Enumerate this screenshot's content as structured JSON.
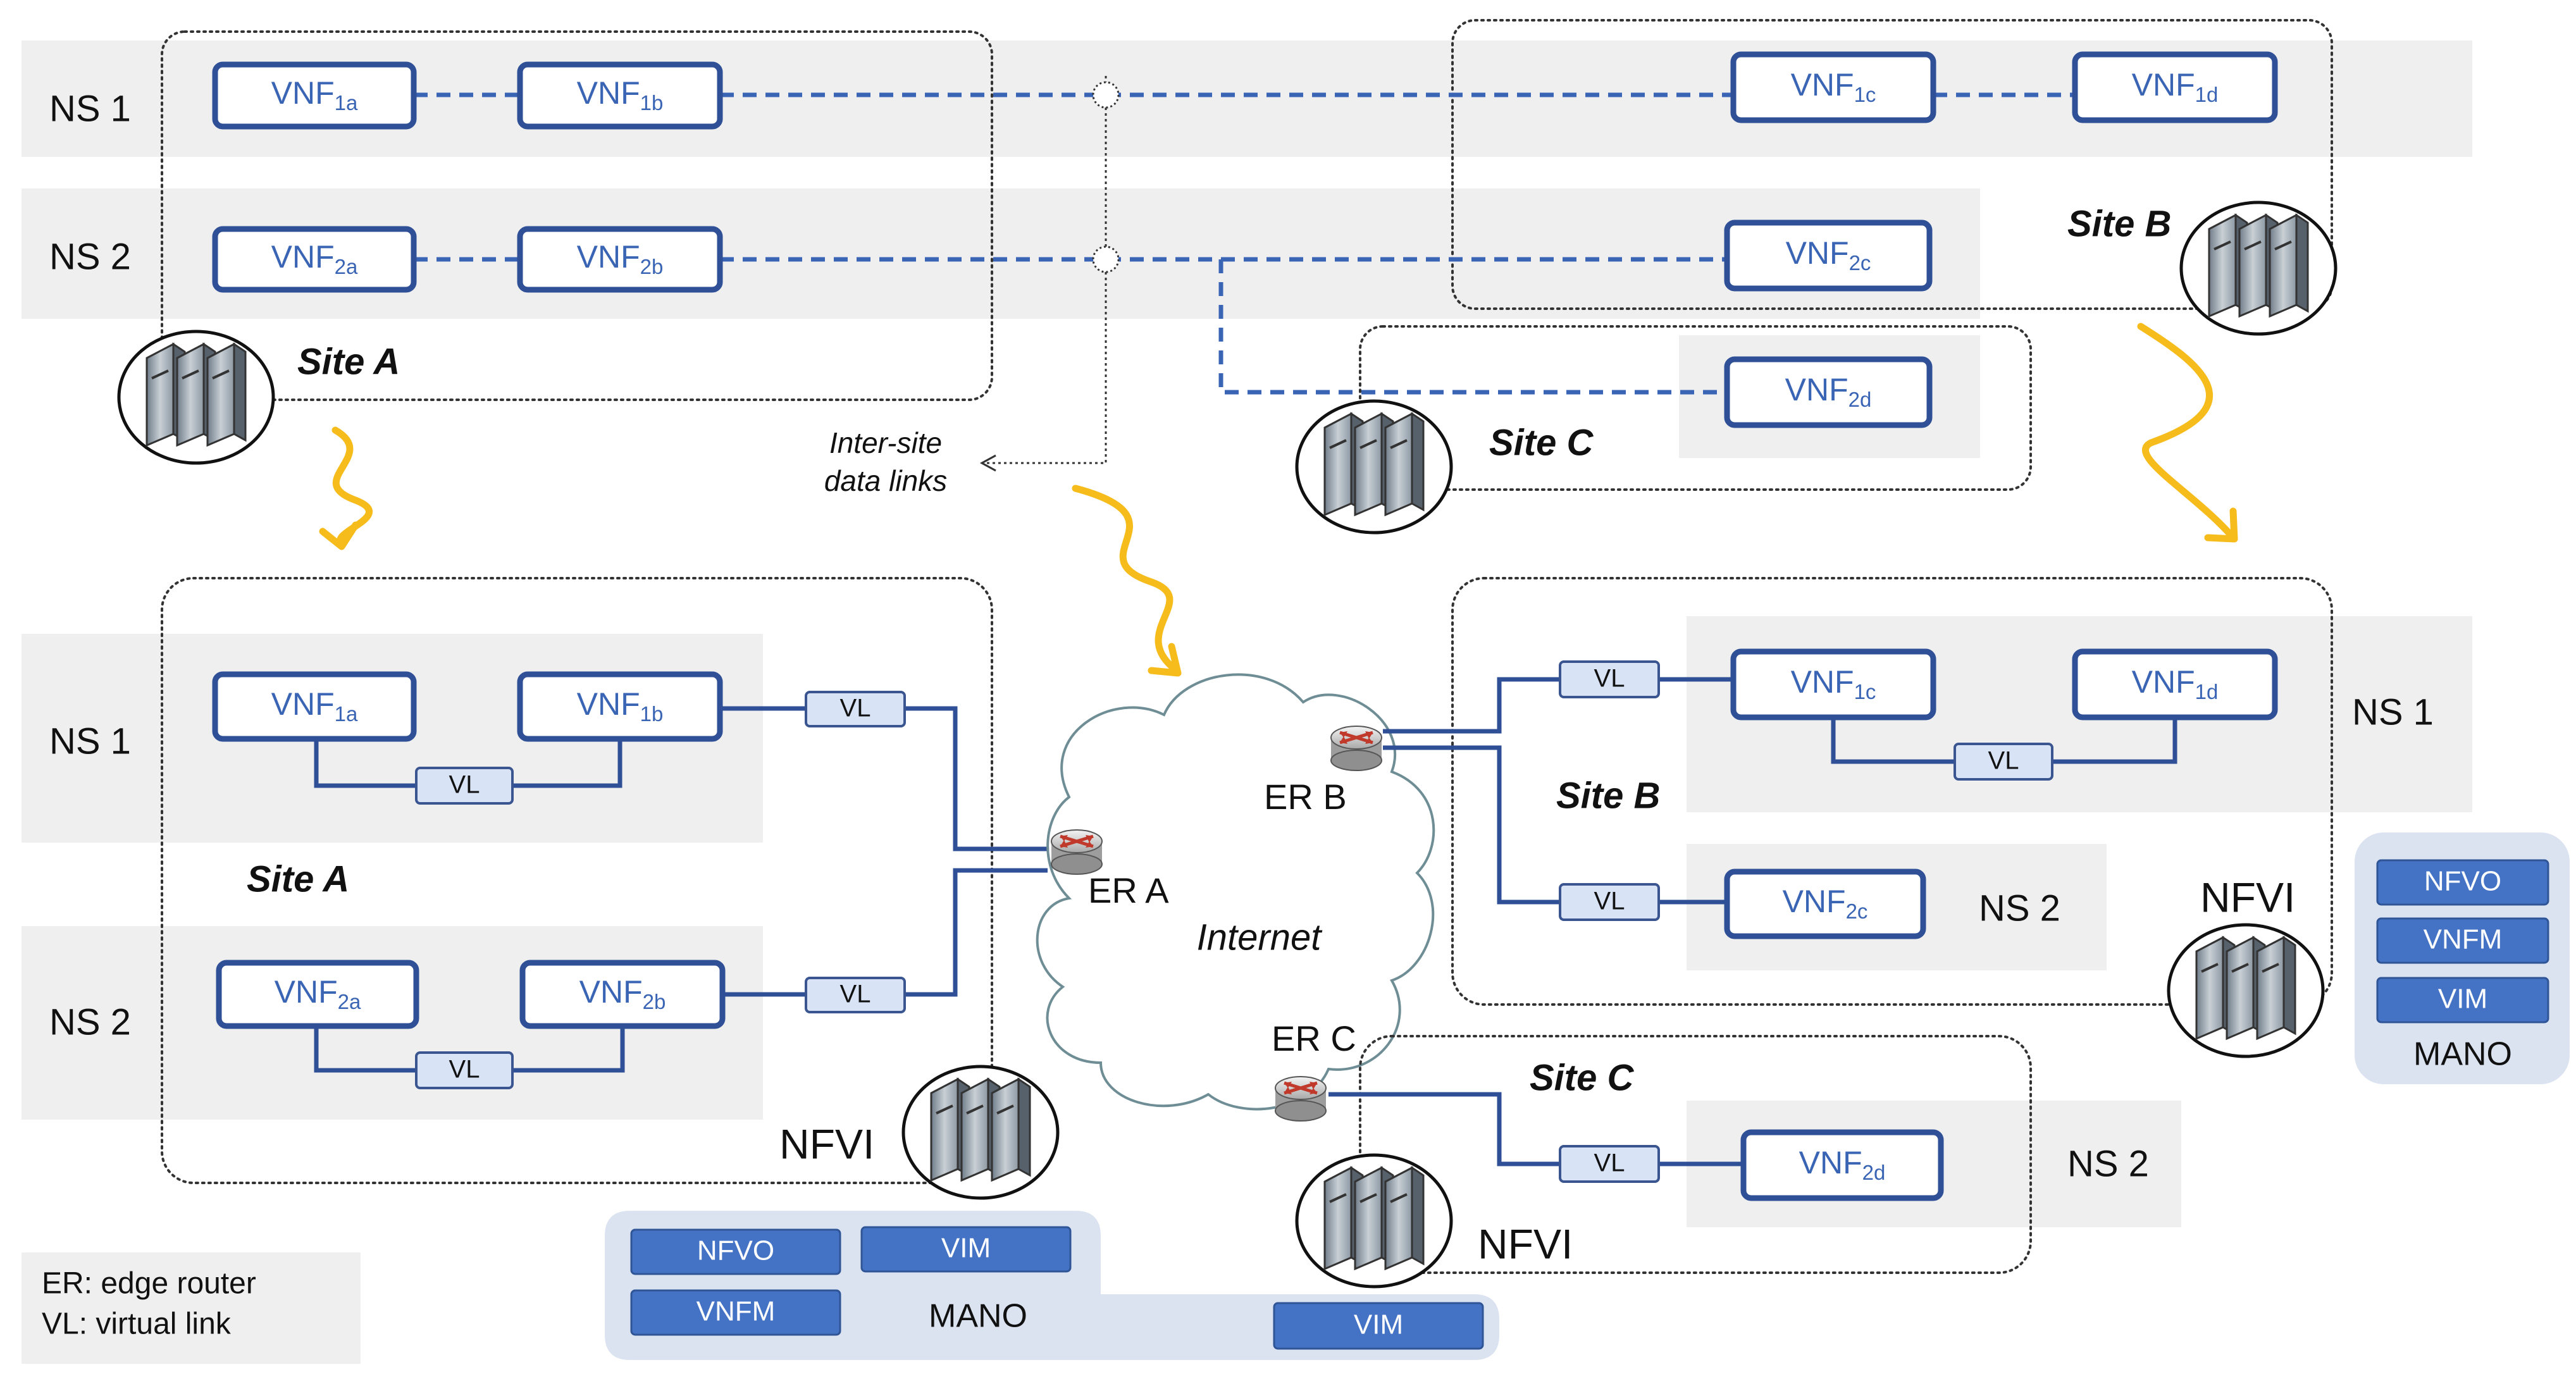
{
  "ns_labels": {
    "ns1": "NS 1",
    "ns2": "NS 2"
  },
  "vnf_base": "VNF",
  "vnfs": {
    "v1a": {
      "num": "1",
      "sub": "a"
    },
    "v1b": {
      "num": "1",
      "sub": "b"
    },
    "v1c": {
      "num": "1",
      "sub": "c"
    },
    "v1d": {
      "num": "1",
      "sub": "d"
    },
    "v2a": {
      "num": "2",
      "sub": "a"
    },
    "v2b": {
      "num": "2",
      "sub": "b"
    },
    "v2c": {
      "num": "2",
      "sub": "c"
    },
    "v2d": {
      "num": "2",
      "sub": "d"
    }
  },
  "sites": {
    "a": "Site A",
    "b": "Site B",
    "c": "Site C"
  },
  "inter_site_line1": "Inter-site",
  "inter_site_line2": "data links",
  "vl_label": "VL",
  "routers": {
    "a": "ER A",
    "b": "ER B",
    "c": "ER C"
  },
  "internet_label": "Internet",
  "nfvi_label": "NFVI",
  "mano": {
    "title": "MANO",
    "nfvo": "NFVO",
    "vnfm": "VNFM",
    "vim": "VIM"
  },
  "legend": {
    "line1": "ER: edge router",
    "line2": "VL: virtual link"
  },
  "colors": {
    "vnf_border": "#2f4f96",
    "vnf_text": "#3a64b4",
    "vl_fill": "#d8e3f6",
    "arrow": "#f5bc1c",
    "mano_panel": "#dbe3f1",
    "mano_button": "#4472c4"
  }
}
